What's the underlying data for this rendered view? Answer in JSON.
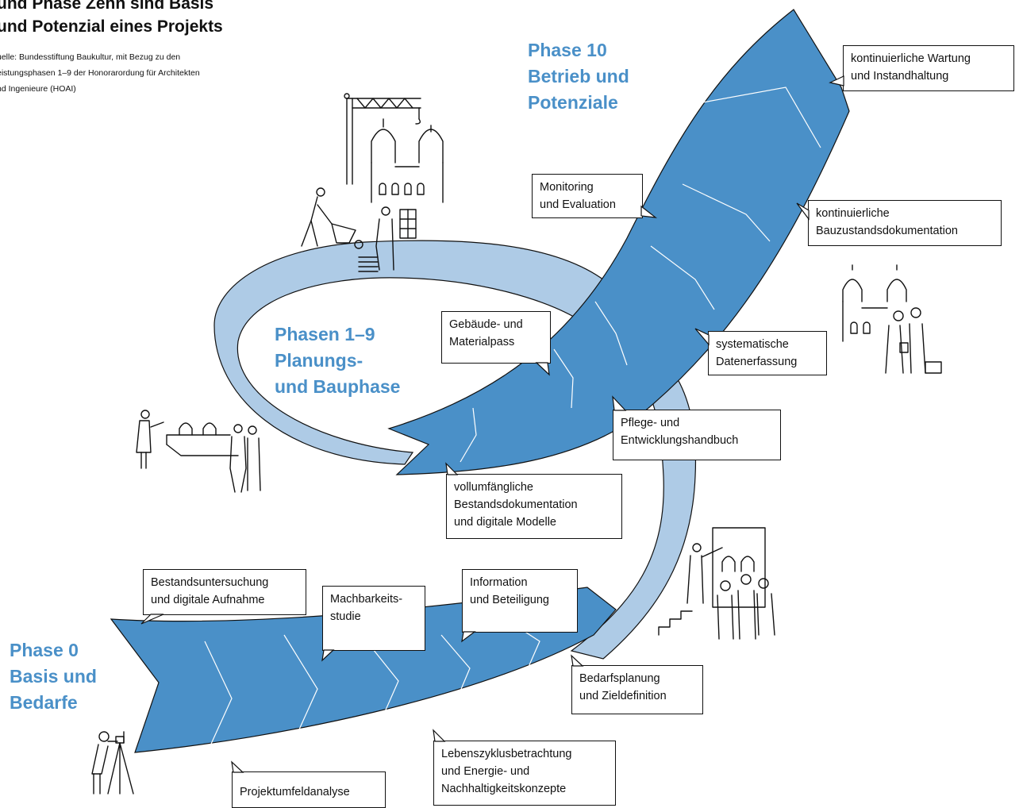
{
  "header": {
    "title_lines": [
      "und Phase Zehn sind Basis",
      "und Potenzial eines Projekts"
    ],
    "source_lines": [
      "uelle: Bundesstiftung Baukultur, mit Bezug zu den",
      "eistungsphasen 1–9 der Honorarordung für Architekten",
      "nd Ingenieure (HOAI)"
    ]
  },
  "colors": {
    "dark_band": "#4a90c8",
    "light_band": "#aecbe6",
    "phase_text": "#4a90c8"
  },
  "phases": {
    "phase0": [
      "Phase 0",
      "Basis und",
      "Bedarfe"
    ],
    "phase1_9": [
      "Phasen 1–9",
      "Planungs-",
      "und Bauphase"
    ],
    "phase10": [
      "Phase 10",
      "Betrieb und",
      "Potenziale"
    ]
  },
  "boxes": {
    "bestand": [
      "Bestandsuntersuchung",
      "und digitale Aufnahme"
    ],
    "machbar": [
      "Machbarkeits-",
      "studie"
    ],
    "info": [
      "Information",
      "und Beteiligung"
    ],
    "bedarf": [
      "Bedarfsplanung",
      "und Zieldefinition"
    ],
    "lebens": [
      "Lebenszyklusbetrachtung",
      "und Energie- und",
      "Nachhaltigkeitskonzepte"
    ],
    "projekt": [
      "Projektumfeldanalyse"
    ],
    "vollumf": [
      "vollumfängliche",
      "Bestandsdokumentation",
      "und digitale Modelle"
    ],
    "pflege": [
      "Pflege- und",
      "Entwicklungshandbuch"
    ],
    "gebaeude": [
      "Gebäude- und",
      "Materialpass"
    ],
    "system": [
      "systematische",
      "Datenerfassung"
    ],
    "monitor": [
      "Monitoring",
      "und Evaluation"
    ],
    "bauzust": [
      "kontinuierliche",
      "Bauzustandsdokumentation"
    ],
    "wartung": [
      "kontinuierliche Wartung",
      "und Instandhaltung"
    ]
  },
  "illustrations": [
    "construction-site-icon",
    "presentation-group-icon",
    "meeting-icon",
    "church-visitors-icon",
    "surveyor-icon"
  ]
}
